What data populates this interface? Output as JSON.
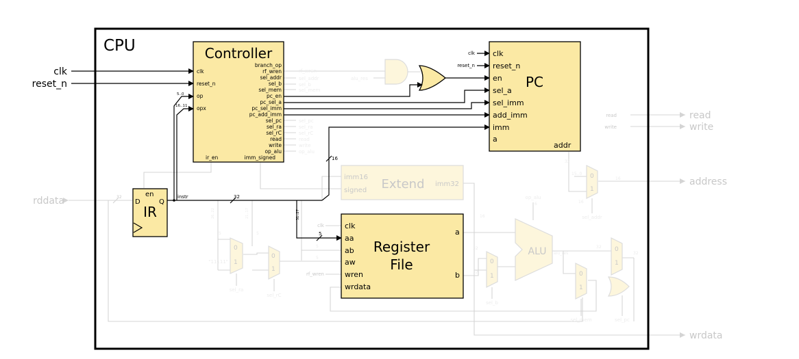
{
  "cpu_label": "CPU",
  "external_in": {
    "clk": "clk",
    "reset_n": "reset_n",
    "rddata": "rddata"
  },
  "external_out": {
    "read": "read",
    "write": "write",
    "address": "address",
    "wrdata": "wrdata"
  },
  "controller": {
    "title": "Controller",
    "inputs": {
      "clk": "clk",
      "reset_n": "reset_n",
      "op": "op",
      "opx": "opx",
      "ir_en": "ir_en"
    },
    "outputs": {
      "branch_op": "branch_op",
      "rf_wren": "rf_wren",
      "sel_addr": "sel_addr",
      "sel_b": "sel_b",
      "sel_mem": "sel_mem",
      "pc_en": "pc_en",
      "pc_sel_a": "pc_sel_a",
      "pc_sel_imm": "pc_sel_imm",
      "pc_add_imm": "pc_add_imm",
      "sel_pc": "sel_pc",
      "sel_ra": "sel_ra",
      "sel_rC": "sel_rC",
      "read": "read",
      "write": "write",
      "op_alu": "op_alu",
      "imm_signed": "imm_signed"
    },
    "op_range": "5..0",
    "opx_range": "16..11"
  },
  "pc": {
    "title": "PC",
    "ports": {
      "clk": "clk",
      "reset_n": "reset_n",
      "en": "en",
      "sel_a": "sel_a",
      "sel_imm": "sel_imm",
      "add_imm": "add_imm",
      "imm": "imm",
      "a": "a",
      "addr": "addr"
    },
    "side_clk": "clk",
    "side_reset_n": "reset_n"
  },
  "ir": {
    "title": "IR",
    "en": "en",
    "d": "D",
    "q": "Q",
    "instr": "instr"
  },
  "register_file": {
    "title_line1": "Register",
    "title_line2": "File",
    "ports": {
      "clk": "clk",
      "aa": "aa",
      "ab": "ab",
      "aw": "aw",
      "wren": "wren",
      "wrdata": "wrdata",
      "a": "a",
      "b": "b"
    },
    "side_clk": "clk",
    "side_rf_wren": "rf_wren"
  },
  "extend": {
    "title": "Extend",
    "imm16": "imm16",
    "signed": "signed",
    "imm32": "imm32"
  },
  "alu": {
    "title": "ALU",
    "op_alu": "op_alu",
    "alu_res": "alu_res"
  },
  "faded_labels": {
    "rf_wren": "rf_wren",
    "sel_addr": "sel_addr",
    "sel_b": "sel_b",
    "sel_mem": "sel_mem",
    "sel_pc": "sel_pc",
    "sel_ra": "sel_ra",
    "sel_rC": "sel_rC",
    "read": "read",
    "write": "write",
    "op_alu": "op_alu",
    "alu_res": "alu_res",
    "const_11111": "\"11111\"",
    "sel_ra_b": "sel_ra",
    "sel_rC_b": "sel_rC",
    "sel_b_b": "sel_b",
    "sel_mem_b": "sel_mem",
    "sel_pc_b": "sel_pc",
    "sel_addr_b": "sel_addr",
    "op_alu_b": "op_alu",
    "pc_addr_range": "15..0"
  },
  "bus_widths": {
    "w32": "32",
    "w16": "16",
    "w5": "5",
    "w6": "6"
  },
  "bit_ranges": {
    "r31_27": "31..27",
    "r26_22": "26..22",
    "r21_17": "21..17",
    "r15_0": "15..0",
    "r4_0": "4..0"
  },
  "mux_labels": {
    "zero": "0",
    "one": "1"
  }
}
